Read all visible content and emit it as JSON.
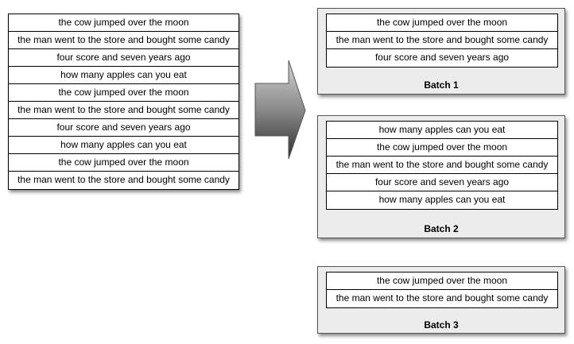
{
  "source_list": [
    "the cow jumped over the moon",
    "the man went to the store and bought some candy",
    "four score and seven years ago",
    "how many apples can you eat",
    "the cow jumped over the moon",
    "the man went to the store and bought some candy",
    "four score and seven years ago",
    "how many apples can you eat",
    "the cow jumped over the moon",
    "the man went to the store and bought some candy"
  ],
  "batches": [
    {
      "label": "Batch 1",
      "items": [
        "the cow jumped over the moon",
        "the man went to the store and bought some candy",
        "four score and seven years ago"
      ]
    },
    {
      "label": "Batch 2",
      "items": [
        "how many apples can you eat",
        "the cow jumped over the moon",
        "the man went to the store and bought some candy",
        "four score and seven years ago",
        "how many apples can you eat"
      ]
    },
    {
      "label": "Batch 3",
      "items": [
        "the cow jumped over the moon",
        "the man went to the store and bought some candy"
      ]
    }
  ],
  "colors": {
    "batch_background": "#ececec",
    "arrow_light": "#cfcfcf",
    "arrow_dark": "#3a3a3a"
  }
}
